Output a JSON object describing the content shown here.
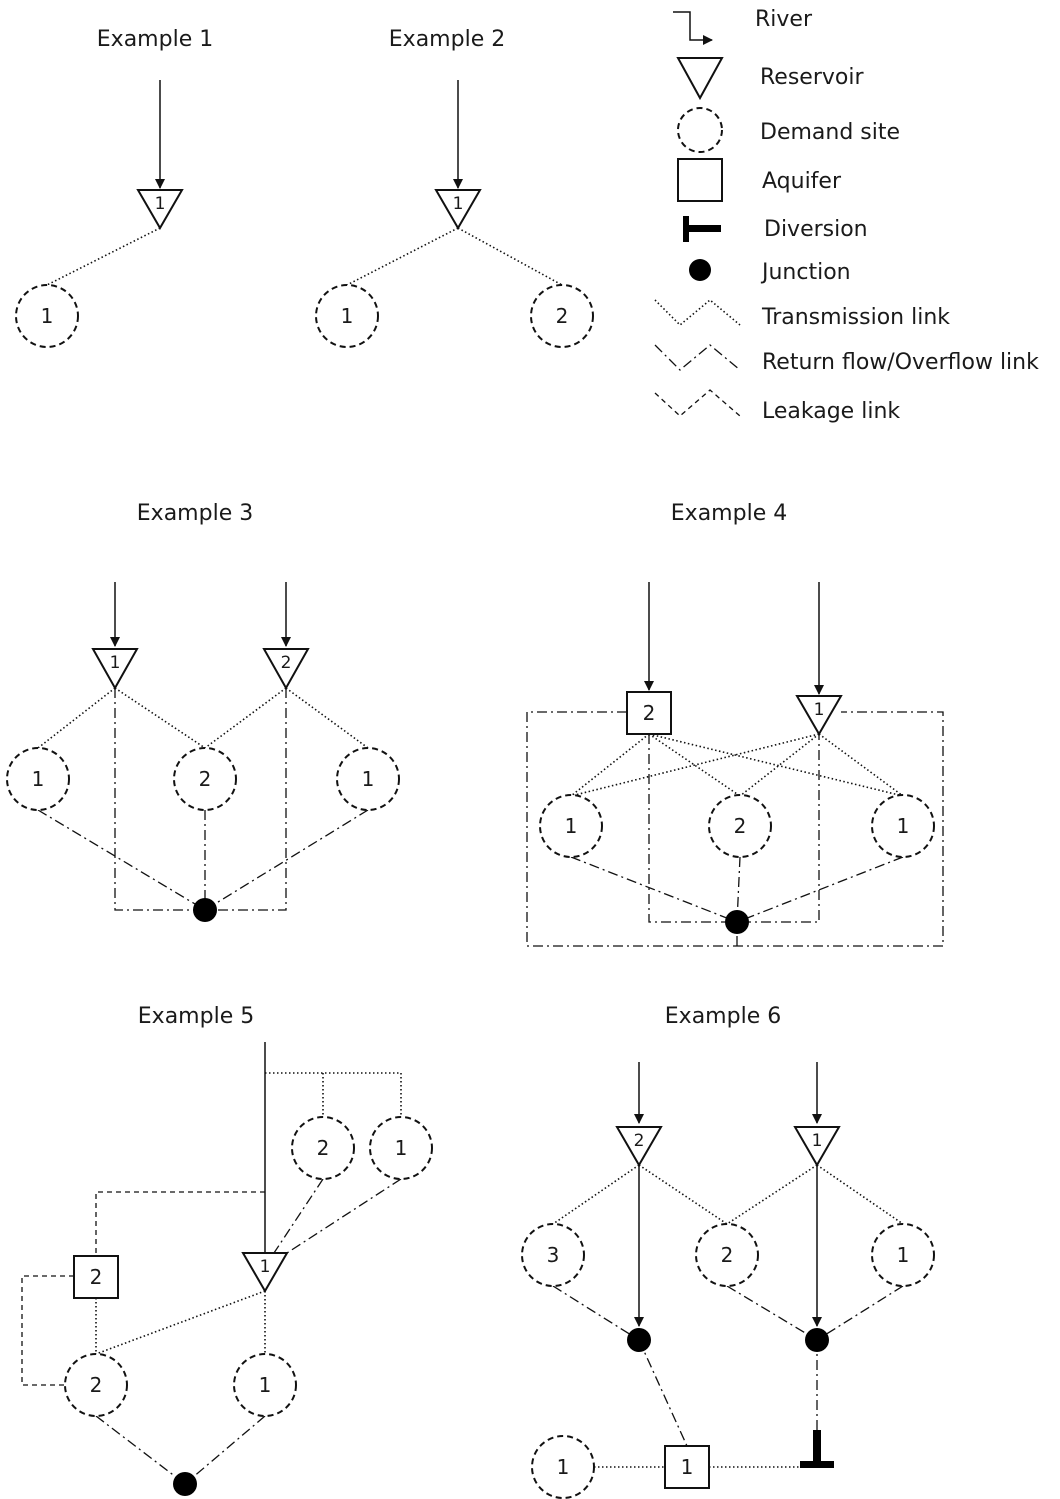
{
  "examples": {
    "ex1": "Example 1",
    "ex2": "Example 2",
    "ex3": "Example 3",
    "ex4": "Example 4",
    "ex5": "Example 5",
    "ex6": "Example 6"
  },
  "legend": {
    "river": "River",
    "reservoir": "Reservoir",
    "demand_site": "Demand site",
    "aquifer": "Aquifer",
    "diversion": "Diversion",
    "junction": "Junction",
    "transmission_link": "Transmission link",
    "return_flow_link": "Return flow/Overflow link",
    "leakage_link": "Leakage link"
  },
  "labels": {
    "e1": {
      "reservoir": "1",
      "demand": "1"
    },
    "e2": {
      "reservoir": "1",
      "demand_a": "1",
      "demand_b": "2"
    },
    "e3": {
      "reservoir_a": "1",
      "reservoir_b": "2",
      "demand_a": "1",
      "demand_b": "2",
      "demand_c": "1"
    },
    "e4": {
      "aquifer": "2",
      "reservoir": "1",
      "demand_a": "1",
      "demand_b": "2",
      "demand_c": "1"
    },
    "e5": {
      "demand_top_a": "2",
      "demand_top_b": "1",
      "aquifer": "2",
      "reservoir": "1",
      "demand_a": "2",
      "demand_b": "1"
    },
    "e6": {
      "reservoir_a": "2",
      "reservoir_b": "1",
      "demand_a": "3",
      "demand_b": "2",
      "demand_c": "1",
      "demand_bottom": "1",
      "aquifer": "1"
    }
  }
}
